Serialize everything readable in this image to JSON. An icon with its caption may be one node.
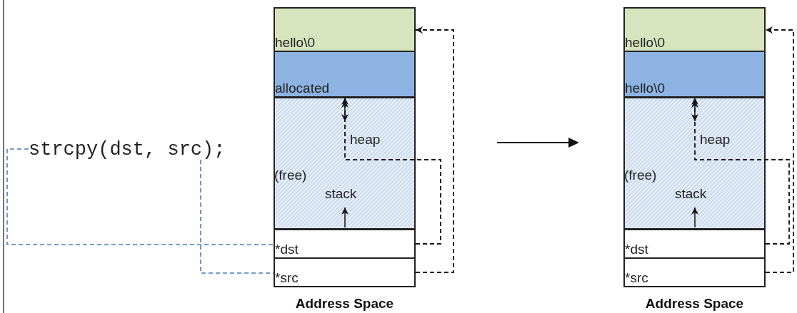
{
  "diagram": {
    "nodes": [
      {
        "text": [
          "strcpy(dst, src);"
        ]
      },
      {
        "text": [
          "hello\\0"
        ]
      },
      {
        "text": [
          "allocated"
        ]
      },
      {
        "text": [
          "*dst"
        ]
      },
      {
        "text": [
          "*src"
        ]
      },
      {
        "text": [
          "hello\\0"
        ]
      },
      {
        "text": [
          "hello\\0"
        ]
      },
      {
        "text": [
          "*dst"
        ]
      },
      {
        "text": [
          "*src"
        ]
      }
    ],
    "edges": [
      {
        "from": 0,
        "to": 3,
        "arrow": "none",
        "style": "dashed",
        "color": "#4a7cc0"
      },
      {
        "from": 0,
        "to": 4,
        "arrow": "none",
        "style": "dashed",
        "color": "#4a7cc0"
      },
      {
        "from": 3,
        "to": 2,
        "arrow": "to",
        "style": "dashed"
      },
      {
        "from": 4,
        "to": 1,
        "arrow": "to",
        "style": "dashed"
      },
      {
        "from": 7,
        "to": 6,
        "arrow": "to",
        "style": "dashed"
      },
      {
        "from": 8,
        "to": 5,
        "arrow": "to",
        "style": "dashed"
      }
    ],
    "labels": [
      "heap",
      "(free)",
      "stack",
      "Address Space",
      "heap",
      "(free)",
      "stack",
      "Address Space"
    ]
  }
}
